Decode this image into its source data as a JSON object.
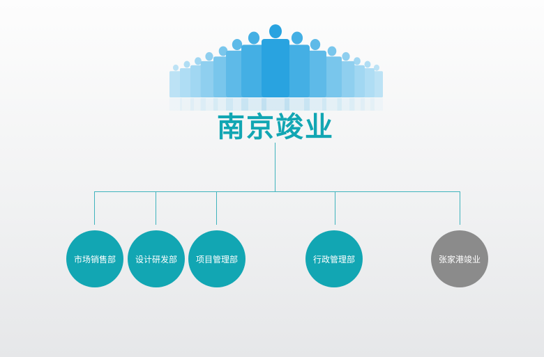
{
  "title": "南京竣业",
  "colors": {
    "teal": "#12a6b3",
    "gray": "#8b8b8b",
    "line": "#3fb3bd"
  },
  "icons": {
    "people_graphic": "people-crowd-icon"
  },
  "departments": [
    {
      "label": "市场销售部",
      "color": "#12a6b3"
    },
    {
      "label": "设计研发部",
      "color": "#12a6b3"
    },
    {
      "label": "项目管理部",
      "color": "#12a6b3"
    },
    {
      "label": "行政管理部",
      "color": "#12a6b3"
    },
    {
      "label": "张家港竣业",
      "color": "#8b8b8b"
    }
  ]
}
